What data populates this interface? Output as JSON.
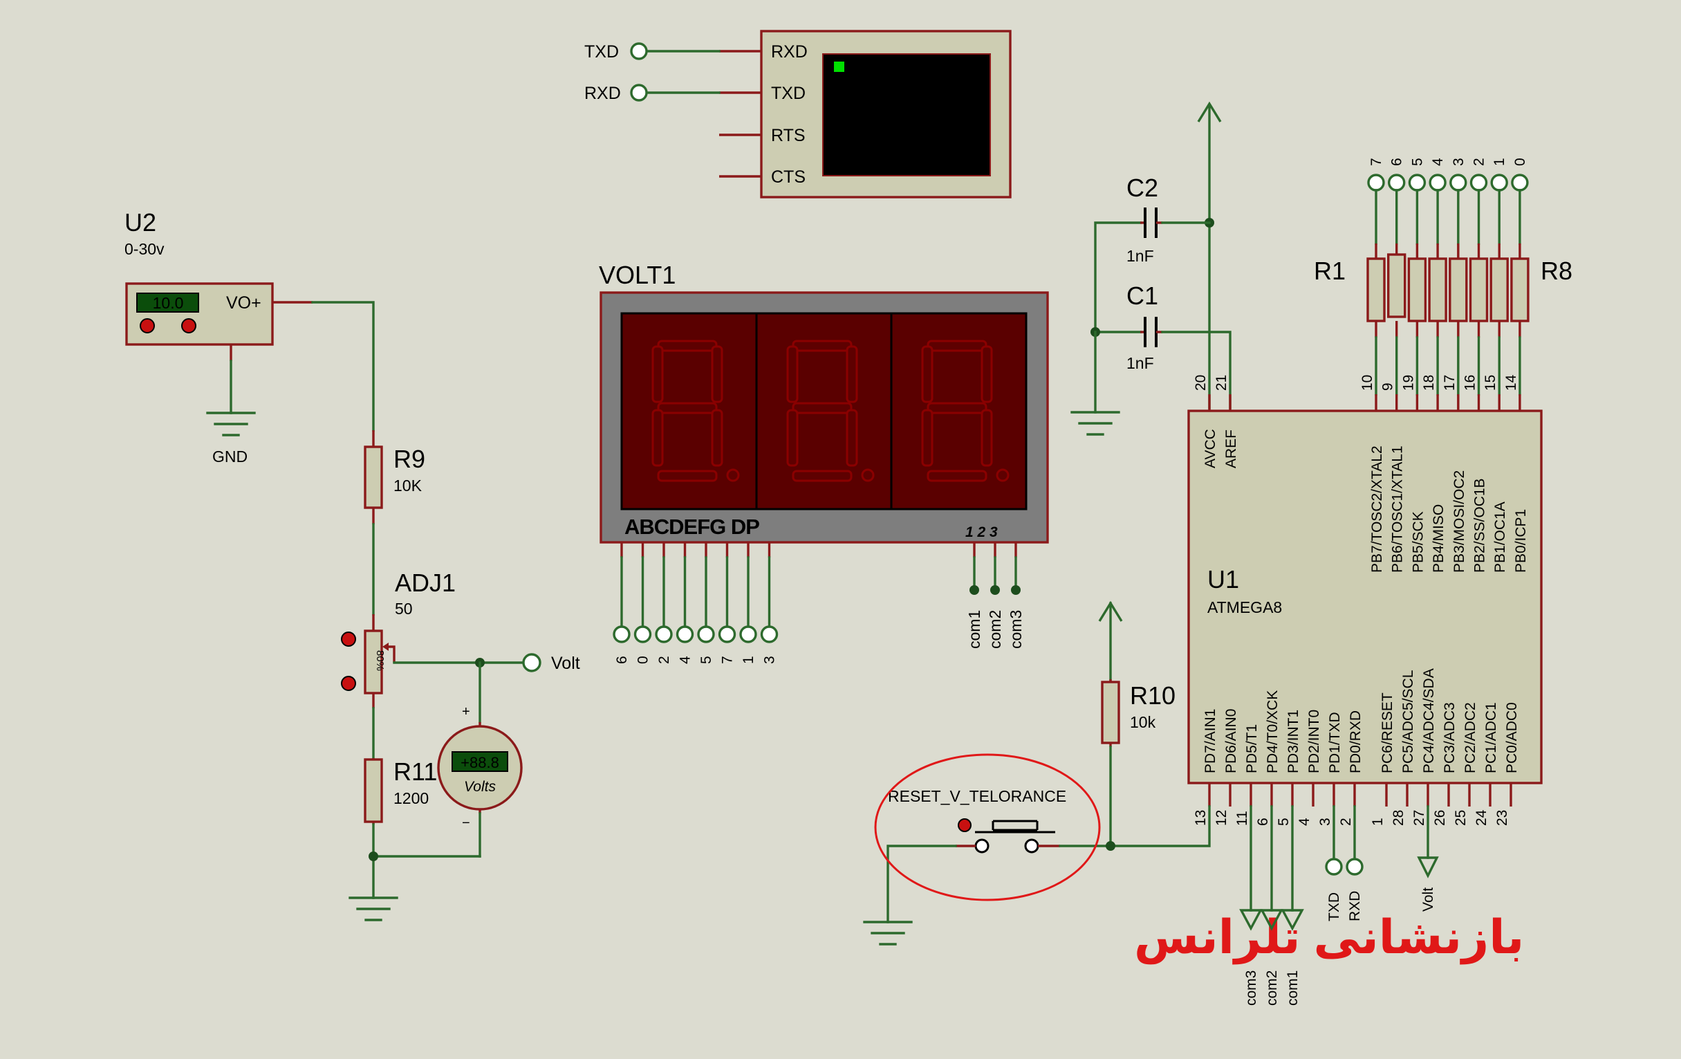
{
  "terminal": {
    "pins": [
      "RXD",
      "TXD",
      "RTS",
      "CTS"
    ],
    "txd_label": "TXD",
    "rxd_label": "RXD"
  },
  "u2": {
    "ref": "U2",
    "value": "0-30v",
    "display": "10.0",
    "pin": "VO+",
    "gnd": "GND"
  },
  "r9": {
    "ref": "R9",
    "value": "10K"
  },
  "adj1": {
    "ref": "ADJ1",
    "value": "50",
    "wiper": "80%"
  },
  "r11": {
    "ref": "R11",
    "value": "1200"
  },
  "voltmeter": {
    "display": "+88.8",
    "unit": "Volts",
    "plus": "+",
    "minus": "−"
  },
  "volt_net": "Volt",
  "volt1": {
    "ref": "VOLT1",
    "seg_label": "ABCDEFG  DP",
    "digit_label": "1 2 3",
    "seg_pins": [
      "6",
      "0",
      "2",
      "4",
      "5",
      "7",
      "1",
      "3"
    ],
    "com_pins": [
      "com1",
      "com2",
      "com3"
    ]
  },
  "c2": {
    "ref": "C2",
    "value": "1nF"
  },
  "c1": {
    "ref": "C1",
    "value": "1nF"
  },
  "rpack": {
    "left_ref": "R1",
    "right_ref": "R8",
    "top_pins": [
      "7",
      "6",
      "5",
      "4",
      "3",
      "2",
      "1",
      "0"
    ]
  },
  "r10": {
    "ref": "R10",
    "value": "10k"
  },
  "reset_btn": {
    "label": "RESET_V_TELORANCE"
  },
  "persian_note": "بازنشانی تلرانس",
  "u1": {
    "ref": "U1",
    "value": "ATMEGA8",
    "top_left_pins": [
      {
        "name": "AVCC",
        "num": "20"
      },
      {
        "name": "AREF",
        "num": "21"
      }
    ],
    "top_right_pins": [
      {
        "name": "PB7/TOSC2/XTAL2",
        "num": "10"
      },
      {
        "name": "PB6/TOSC1/XTAL1",
        "num": "9"
      },
      {
        "name": "PB5/SCK",
        "num": "19"
      },
      {
        "name": "PB4/MISO",
        "num": "18"
      },
      {
        "name": "PB3/MOSI/OC2",
        "num": "17"
      },
      {
        "name": "PB2/SS/OC1B",
        "num": "16"
      },
      {
        "name": "PB1/OC1A",
        "num": "15"
      },
      {
        "name": "PB0/ICP1",
        "num": "14"
      }
    ],
    "bottom_pins": [
      {
        "name": "PD7/AIN1",
        "num": "13"
      },
      {
        "name": "PD6/AIN0",
        "num": "12"
      },
      {
        "name": "PD5/T1",
        "num": "11"
      },
      {
        "name": "PD4/T0/XCK",
        "num": "6"
      },
      {
        "name": "PD3/INT1",
        "num": "5"
      },
      {
        "name": "PD2/INT0",
        "num": "4"
      },
      {
        "name": "PD1/TXD",
        "num": "3"
      },
      {
        "name": "PD0/RXD",
        "num": "2"
      },
      {
        "name": "PC6/RESET",
        "num": "1"
      },
      {
        "name": "PC5/ADC5/SCL",
        "num": "28"
      },
      {
        "name": "PC4/ADC4/SDA",
        "num": "27"
      },
      {
        "name": "PC3/ADC3",
        "num": "26"
      },
      {
        "name": "PC2/ADC2",
        "num": "25"
      },
      {
        "name": "PC1/ADC1",
        "num": "24"
      },
      {
        "name": "PC0/ADC0",
        "num": "23"
      }
    ],
    "bottom_nets": {
      "com3": "com3",
      "com2": "com2",
      "com1": "com1",
      "txd": "TXD",
      "rxd": "RXD",
      "volt": "Volt"
    }
  }
}
